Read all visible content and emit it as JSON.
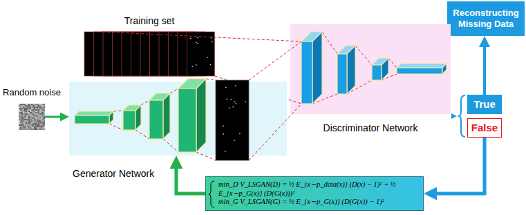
{
  "diagram": {
    "nodes": [
      {
        "text": [
          "Reconstructing Missing Data"
        ]
      },
      {
        "text": [
          "Training set"
        ]
      },
      {
        "text": [
          "Discriminator Network"
        ]
      },
      {
        "text": [
          "True"
        ]
      },
      {
        "text": [
          "False"
        ]
      },
      {
        "text": [
          "Random noise"
        ]
      },
      {
        "text": [
          "Generator Network"
        ]
      },
      {
        "text": [
          "min_D V_LSGAN(D) = ½ E_{x∼p_data(x)} (D(x) − 1)² + ½ E_{x∼p_G(x)} (D(G(x)))²",
          "min_G V_LSGAN(G) = ½ E_{x∼p_G(x)} (D(G(x)) − 1)²"
        ]
      }
    ],
    "edges": [
      {
        "from": 5,
        "to": 6,
        "arrow": "to"
      },
      {
        "from": 3,
        "to": 0,
        "arrow": "to"
      },
      {
        "from": 4,
        "to": 7,
        "arrow": "to"
      },
      {
        "from": 7,
        "to": 6,
        "arrow": "to"
      }
    ]
  }
}
